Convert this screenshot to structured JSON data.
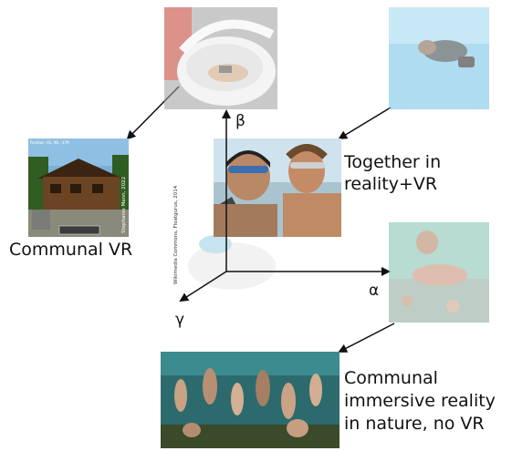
{
  "captions": {
    "communal_vr": "Communal VR",
    "together_line1": "Together in",
    "together_line2": "reality+VR",
    "nature_line1": "Communal",
    "nature_line2": "immersive reality",
    "nature_line3": "in nature, no VR"
  },
  "axes": {
    "alpha": "α",
    "beta": "β",
    "gamma": "γ"
  },
  "credits": {
    "minecraft": "Stephanie Mann, 2022",
    "center": "Wikimedia Commons, Floatgurus, 2014"
  },
  "minecraft_hud": "Position: 81, 98, -179",
  "colors": {
    "arrow": "#111111",
    "water": "#8fd0e8",
    "deep_water": "#1e5a6a"
  }
}
